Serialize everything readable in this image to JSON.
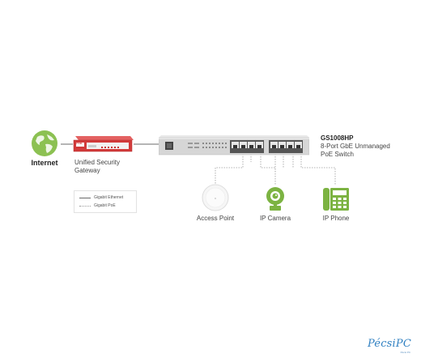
{
  "internet": {
    "label": "Internet"
  },
  "gateway": {
    "label_line1": "Unified Security",
    "label_line2": "Gateway",
    "logo_text": "ZYXEL"
  },
  "switch": {
    "model": "GS1008HP",
    "desc_line1": "8-Port GbE Unmanaged",
    "desc_line2": "PoE Switch"
  },
  "devices": [
    {
      "label": "Access Point",
      "icon": "access-point-icon"
    },
    {
      "label": "IP Camera",
      "icon": "ip-camera-icon"
    },
    {
      "label": "IP Phone",
      "icon": "ip-phone-icon"
    }
  ],
  "legend": [
    {
      "label": "Gigabit Ethernet",
      "style": "solid"
    },
    {
      "label": "Gigabit PoE",
      "style": "dotted"
    }
  ],
  "watermark": {
    "brand": "PécsiPC",
    "sub": "Pécsi PC"
  },
  "colors": {
    "globe_green": "#8cc152",
    "device_green": "#7cb342",
    "gateway_red": "#d23a3a",
    "switch_silver": "#d6d6d6",
    "line_gray": "#6b6b6b",
    "watermark_blue": "#2e7fc1"
  }
}
